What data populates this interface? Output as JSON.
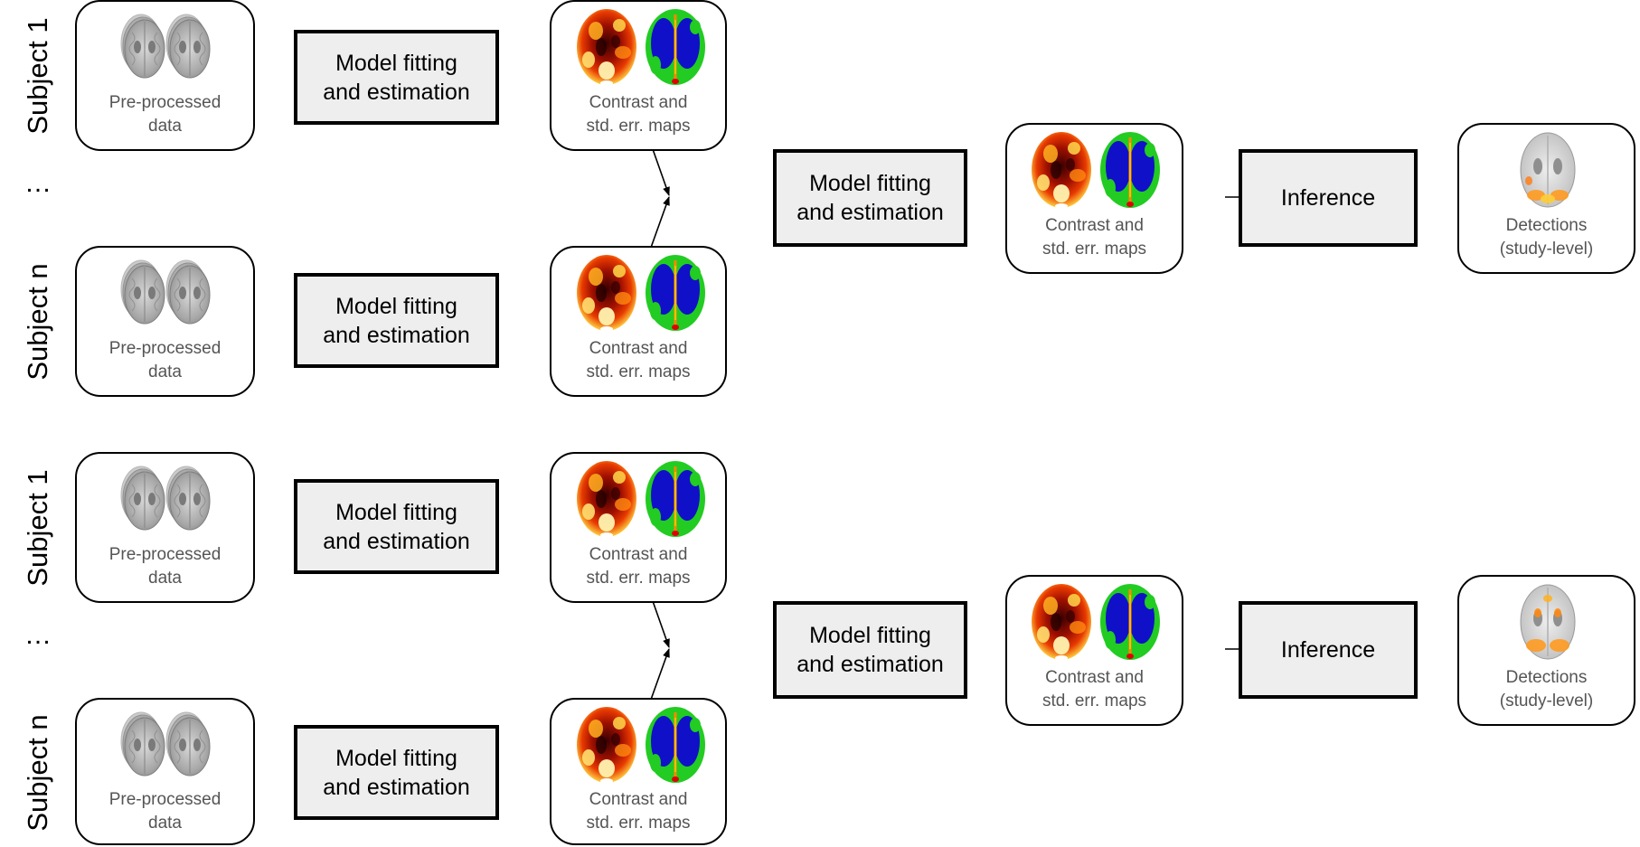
{
  "subjects": {
    "first": "Subject 1",
    "last": "Subject n",
    "ellipsis": "…"
  },
  "boxes": {
    "input_line1": "Pre-processed",
    "input_line2": "data",
    "fit_line1": "Model fitting",
    "fit_line2": "and estimation",
    "maps_line1": "Contrast and",
    "maps_line2": "std. err. maps",
    "inference": "Inference",
    "detections_line1": "Detections",
    "detections_line2": "(study-level)"
  },
  "icons": {
    "input": "grayscale-brain-volume-icon",
    "maps": "contrast-and-stderr-brain-maps-icon",
    "detections": "brain-activation-detections-icon"
  },
  "colors": {
    "box_fill": "#eeeeee",
    "caption": "#555555",
    "heat_dark": "#6b0000",
    "heat_mid": "#e03000",
    "heat_light": "#ffd24a",
    "err_green": "#22cc22",
    "err_blue": "#1010c8"
  }
}
